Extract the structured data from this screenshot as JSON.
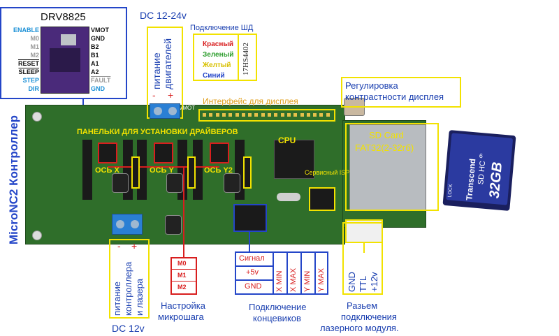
{
  "colors": {
    "accent_blue": "#2446c8",
    "highlight_yellow": "#f2e200",
    "wire_red": "#d81e1e",
    "pcb_green": "#2f6e2a"
  },
  "driver": {
    "title": "DRV8825",
    "left_pins": [
      "ENABLE",
      "M0",
      "M1",
      "M2",
      "RESET",
      "SLEEP",
      "STEP",
      "DIR"
    ],
    "right_pins": [
      "VMOT",
      "GND",
      "B2",
      "B1",
      "A1",
      "A2",
      "FAULT",
      "GND"
    ]
  },
  "dc_motor": {
    "title": "DC 12-24v",
    "label": "питание двигателей",
    "minus": "-",
    "plus": "+"
  },
  "stepper_connect": {
    "title": "Подключение ШД",
    "wires": [
      "Красный",
      "Зеленый",
      "Желтый",
      "Синий"
    ],
    "model": "17HS4402"
  },
  "display_interface": "Интерфейс для дисплея",
  "contrast": "Регулировка контрастности дисплея",
  "board_labels": {
    "panels": "ПАНЕЛЬКИ ДЛЯ УСТАНОВКИ ДРАЙВЕРОВ",
    "axis_x": "ОСЬ X",
    "axis_y": "ОСЬ Y",
    "axis_y2": "ОСЬ Y2",
    "cpu": "CPU",
    "isp": "Сервисный ISP разъем",
    "sd_title": "SD Card",
    "sd_format": "FAT32(2-32гб)",
    "vmot_silk": "VMOT"
  },
  "vertical_title": "MicroNC2 Контроллер",
  "sd_card": {
    "brand": "Transcend",
    "capacity": "32GB",
    "type": "SD HC",
    "class": "6",
    "lock": "LOCK"
  },
  "dc_controller": {
    "title": "DC 12v",
    "label_lines": [
      "питание",
      "контроллера",
      "и лазера"
    ],
    "minus": "-",
    "plus": "+"
  },
  "microstep": {
    "pins": [
      "M0",
      "M1",
      "M2"
    ],
    "caption_lines": [
      "Настройка",
      "микрошага"
    ]
  },
  "limit_switch": {
    "signal": "Сигнал",
    "plus5": "+5v",
    "gnd": "GND",
    "axes": [
      "X MIN",
      "X MAX",
      "Y MIN",
      "Y MAX"
    ],
    "caption_lines": [
      "Подключение",
      "концевиков"
    ]
  },
  "laser": {
    "pins": [
      "GND",
      "TTL",
      "+12v"
    ],
    "caption_lines": [
      "Разьем",
      "подключения",
      "лазерного модуля."
    ]
  }
}
